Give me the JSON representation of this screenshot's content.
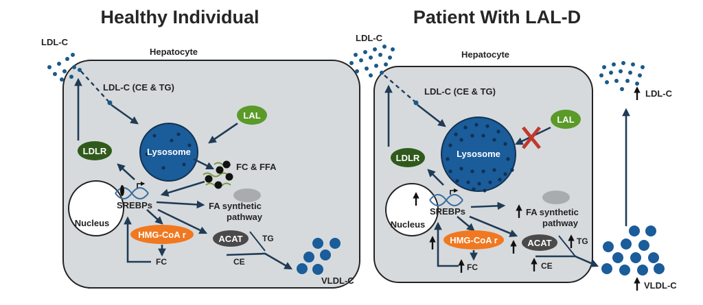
{
  "panels": [
    {
      "title": "Healthy Individual",
      "cell_label": "Hepatocyte",
      "ldl_c_outside": "LDL-C",
      "ldl_c_inside": "LDL-C (CE & TG)",
      "lal": "LAL",
      "lysosome": "Lysosome",
      "ldlr": "LDLR",
      "fc_ffa": "FC & FFA",
      "nucleus": "Nucleus",
      "srebps": "SREBPs",
      "fa_pathway_1": "FA synthetic",
      "fa_pathway_2": "pathway",
      "hmg": "HMG-CoA r",
      "acat": "ACAT",
      "tg": "TG",
      "fc": "FC",
      "ce": "CE",
      "vldl": "VLDL-C"
    },
    {
      "title": "Patient With LAL-D",
      "cell_label": "Hepatocyte",
      "ldl_c_outside": "LDL-C",
      "ldl_c_inside": "LDL-C (CE & TG)",
      "lal": "LAL",
      "lysosome": "Lysosome",
      "ldlr": "LDLR",
      "nucleus": "Nucleus",
      "srebps": "SREBPs",
      "fa_pathway_1": "FA synthetic",
      "fa_pathway_2": "pathway",
      "hmg": "HMG-CoA r",
      "acat": "ACAT",
      "tg": "TG",
      "fc": "FC",
      "ce": "CE",
      "vldl": "VLDL-C",
      "ldl_c_released": "LDL-C"
    }
  ],
  "colors": {
    "cell_fill": "#d6dadd",
    "lysosome": "#1b5c9a",
    "lal": "#5a9a28",
    "ldlr": "#2f5a1c",
    "hmg": "#f07820",
    "acat": "#4a4a4a",
    "particle": "#1a5a8a",
    "inhibit_x": "#c0392b"
  }
}
